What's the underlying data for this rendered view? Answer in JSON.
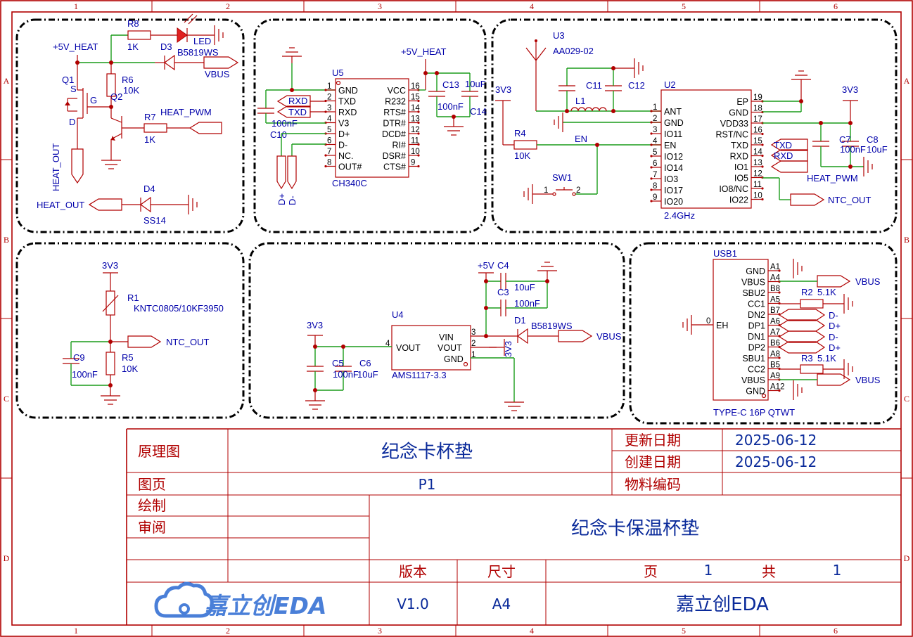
{
  "border": {
    "columns": [
      "1",
      "2",
      "3",
      "4",
      "5",
      "6"
    ],
    "rows": [
      "A",
      "B",
      "C",
      "D"
    ]
  },
  "heater": {
    "net_5v_heat": "+5V_HEAT",
    "r8": {
      "ref": "R8",
      "value": "1K"
    },
    "led": "LED",
    "d3": {
      "ref": "D3",
      "value": "B5819WS"
    },
    "vbus": "VBUS",
    "q1": "Q1",
    "q1_s": "S",
    "q1_g": "G",
    "q1_d": "D",
    "r6": {
      "ref": "R6",
      "value": "10K"
    },
    "q2": "Q2",
    "r7": {
      "ref": "R7",
      "value": "1K"
    },
    "heat_pwm": "HEAT_PWM",
    "heat_out_v": "HEAT_OUT",
    "heat_out": "HEAT_OUT",
    "d4": {
      "ref": "D4",
      "value": "SS14"
    }
  },
  "usb_uart": {
    "net_5v_heat": "+5V_HEAT",
    "u5": "U5",
    "part": "CH340C",
    "left_pins": [
      {
        "num": "1",
        "name": "GND"
      },
      {
        "num": "2",
        "name": "TXD"
      },
      {
        "num": "3",
        "name": "RXD"
      },
      {
        "num": "4",
        "name": "V3"
      },
      {
        "num": "5",
        "name": "D+"
      },
      {
        "num": "6",
        "name": "D-"
      },
      {
        "num": "7",
        "name": "NC."
      },
      {
        "num": "8",
        "name": "OUT#"
      }
    ],
    "right_pins": [
      {
        "num": "16",
        "name": "VCC"
      },
      {
        "num": "15",
        "name": "R232"
      },
      {
        "num": "14",
        "name": "RTS#"
      },
      {
        "num": "13",
        "name": "DTR#"
      },
      {
        "num": "12",
        "name": "DCD#"
      },
      {
        "num": "11",
        "name": "RI#"
      },
      {
        "num": "10",
        "name": "DSR#"
      },
      {
        "num": "9",
        "name": "CTS#"
      }
    ],
    "rxd": "RXD",
    "txd": "TXD",
    "c10": {
      "ref": "C10",
      "value": "100nF"
    },
    "c13": {
      "ref": "C13",
      "value": "100nF"
    },
    "c14": {
      "ref": "C14",
      "value": "10uF"
    },
    "dp": "D+",
    "dm": "D-"
  },
  "mcu": {
    "u3": {
      "ref": "U3",
      "value": "AA029-02"
    },
    "c11": "C11",
    "c12": "C12",
    "l1": "L1",
    "net_3v3": "3V3",
    "r4": {
      "ref": "R4",
      "value": "10K"
    },
    "en": "EN",
    "sw1": "SW1",
    "sw_pins": [
      "1",
      "2"
    ],
    "u2": "U2",
    "part": "2.4GHz",
    "left_pins": [
      {
        "num": "1",
        "name": "ANT"
      },
      {
        "num": "2",
        "name": "GND"
      },
      {
        "num": "3",
        "name": "IO11"
      },
      {
        "num": "4",
        "name": "EN"
      },
      {
        "num": "5",
        "name": "IO12"
      },
      {
        "num": "6",
        "name": "IO14"
      },
      {
        "num": "7",
        "name": "IO3"
      },
      {
        "num": "8",
        "name": "IO17"
      },
      {
        "num": "9",
        "name": "IO20"
      }
    ],
    "right_pins": [
      {
        "num": "19",
        "name": "EP"
      },
      {
        "num": "18",
        "name": "GND"
      },
      {
        "num": "17",
        "name": "VDD33"
      },
      {
        "num": "16",
        "name": "RST/NC"
      },
      {
        "num": "15",
        "name": "TXD"
      },
      {
        "num": "14",
        "name": "RXD"
      },
      {
        "num": "13",
        "name": "IO1"
      },
      {
        "num": "12",
        "name": "IO5"
      },
      {
        "num": "11",
        "name": "IO8/NC"
      },
      {
        "num": "10",
        "name": "IO22"
      }
    ],
    "txd": "TXD",
    "rxd": "RXD",
    "heat_pwm": "HEAT_PWM",
    "ntc_out": "NTC_OUT",
    "net_3v3_r": "3V3",
    "c7": {
      "ref": "C7",
      "value": "100nF"
    },
    "c8": {
      "ref": "C8",
      "value": "10uF"
    }
  },
  "ntc": {
    "net_3v3": "3V3",
    "r1": {
      "ref": "R1",
      "value": "KNTC0805/10KF3950"
    },
    "ntc_out": "NTC_OUT",
    "c9": {
      "ref": "C9",
      "value": "100nF"
    },
    "r5": {
      "ref": "R5",
      "value": "10K"
    }
  },
  "ldo": {
    "net_5v": "+5V",
    "c4": {
      "ref": "C4",
      "value": "10uF"
    },
    "c3": {
      "ref": "C3",
      "value": "100nF"
    },
    "d1": {
      "ref": "D1",
      "value": "B5819WS"
    },
    "vbus": "VBUS",
    "u4": "U4",
    "part": "AMS1117-3.3",
    "pins": [
      {
        "num": "4",
        "name": "VOUT"
      },
      {
        "num": "3",
        "name": "VIN"
      },
      {
        "num": "2",
        "name": "VOUT"
      },
      {
        "num": "1",
        "name": "GND"
      }
    ],
    "net_3v3": "3V3",
    "net_3v3_v": "3V3",
    "c5": {
      "ref": "C5",
      "value": "100nF"
    },
    "c6": {
      "ref": "C6",
      "value": "10uF"
    }
  },
  "usbc": {
    "usb1": "USB1",
    "part": "TYPE-C 16P QTWT",
    "pins": [
      {
        "num": "A1",
        "name": "GND"
      },
      {
        "num": "A4",
        "name": "VBUS"
      },
      {
        "num": "B8",
        "name": "SBU2"
      },
      {
        "num": "A5",
        "name": "CC1"
      },
      {
        "num": "B7",
        "name": "DN2"
      },
      {
        "num": "A6",
        "name": "DP1"
      },
      {
        "num": "A7",
        "name": "DN1"
      },
      {
        "num": "B6",
        "name": "DP2"
      },
      {
        "num": "A8",
        "name": "SBU1"
      },
      {
        "num": "B5",
        "name": "CC2"
      },
      {
        "num": "A9",
        "name": "VBUS"
      },
      {
        "num": "A12",
        "name": "GND"
      }
    ],
    "eh_num": "0",
    "eh": "EH",
    "vbus_top": "VBUS",
    "vbus_bot": "VBUS",
    "r2": {
      "ref": "R2",
      "value": "5.1K"
    },
    "r3": {
      "ref": "R3",
      "value": "5.1K"
    },
    "dm1": "D-",
    "dp1": "D+",
    "dm2": "D-",
    "dp2": "D+"
  },
  "title_block": {
    "label_schematic": "原理图",
    "project_name": "纪念卡杯垫",
    "label_updated": "更新日期",
    "updated": "2025-06-12",
    "label_created": "创建日期",
    "created": "2025-06-12",
    "label_page": "图页",
    "page": "P1",
    "label_material": "物料编码",
    "label_drawn": "绘制",
    "label_review": "审阅",
    "board_name": "纪念卡保温杯垫",
    "label_version": "版本",
    "label_size": "尺寸",
    "label_sheet": "页",
    "sheet": "1",
    "label_total": "共",
    "total": "1",
    "version": "V1.0",
    "size": "A4",
    "company": "嘉立创EDA",
    "logo_text": "嘉立创EDA"
  },
  "colors": {
    "frame": "#b00000",
    "net_label": "#0000aa",
    "wire": "#1a9c1a",
    "title": "#0a2a9a"
  }
}
